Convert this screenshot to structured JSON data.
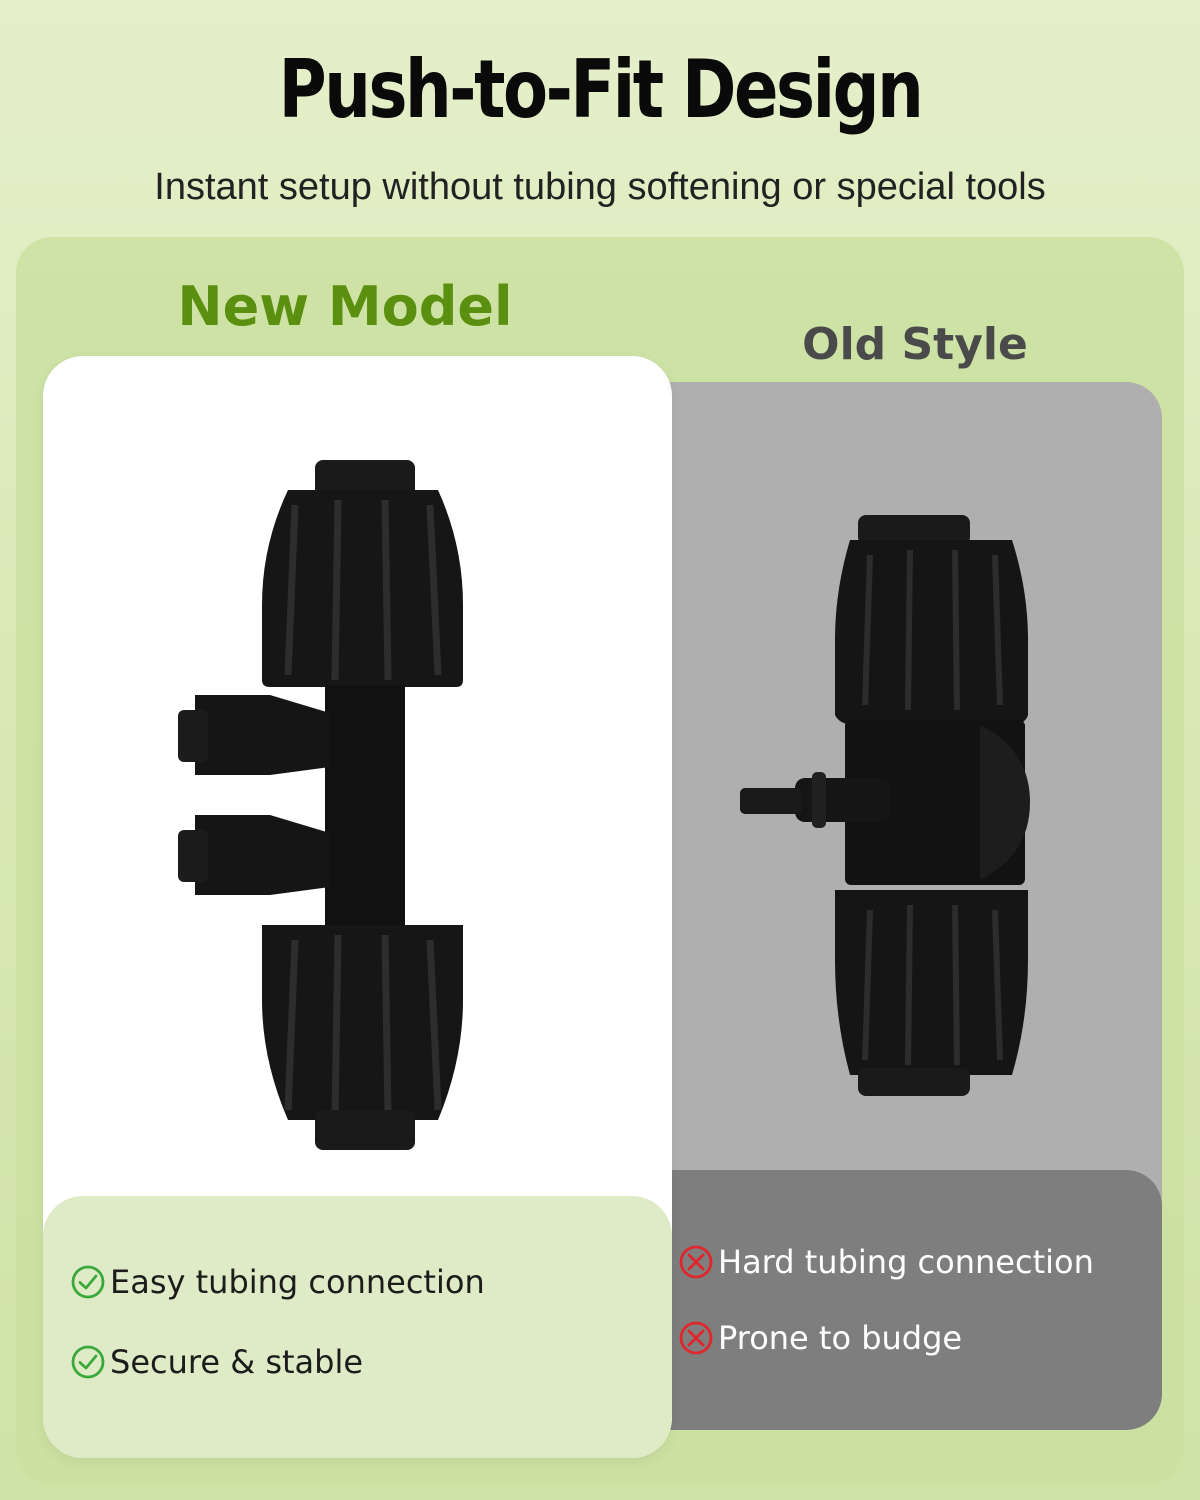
{
  "header": {
    "title": "Push-to-Fit Design",
    "subtitle": "Instant setup without tubing softening or special tools"
  },
  "new_model": {
    "label": "New Model",
    "features": [
      {
        "text": "Easy tubing connection",
        "icon": "check-circle-icon"
      },
      {
        "text": "Secure & stable",
        "icon": "check-circle-icon"
      }
    ],
    "accent_color": "#5a8f10"
  },
  "old_style": {
    "label": "Old Style",
    "features": [
      {
        "text": "Hard tubing connection",
        "icon": "x-circle-icon"
      },
      {
        "text": "Prone to budge",
        "icon": "x-circle-icon"
      }
    ],
    "accent_color": "#e0262b"
  }
}
